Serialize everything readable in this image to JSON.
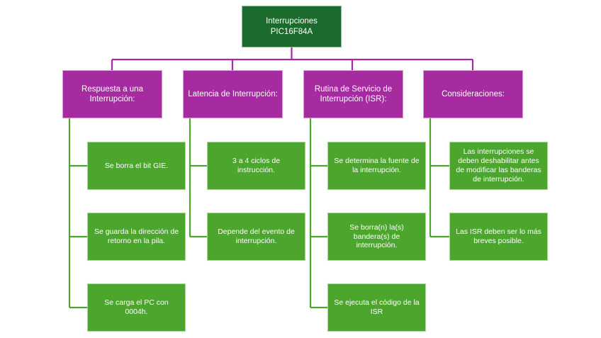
{
  "diagram": {
    "type": "tree-flowchart",
    "colors": {
      "root_fill": "#1B6B2C",
      "category_fill": "#A62BA0",
      "leaf_fill": "#4CA62E",
      "root_connector": "#A62BA0",
      "leaf_connector": "#4CA62E",
      "text": "#FFFFFF",
      "background": "#FFFFFF"
    },
    "root": {
      "label": "Interrupciones\nPIC16F84A"
    },
    "categories": [
      {
        "label": "Respuesta a una\nInterrupción:",
        "children": [
          {
            "label": "Se borra el bit GIE."
          },
          {
            "label": "Se guarda la dirección de\nretorno en la pila."
          },
          {
            "label": "Se carga el PC con 0004h."
          }
        ]
      },
      {
        "label": "Latencia de Interrupción:",
        "children": [
          {
            "label": "3 a 4 ciclos de\ninstrucción."
          },
          {
            "label": "Depende del evento de\ninterrupción."
          }
        ]
      },
      {
        "label": "Rutina de Servicio de\nInterrupción (ISR):",
        "children": [
          {
            "label": "Se determina la fuente de\nla interrupción."
          },
          {
            "label": "Se borra(n) la(s)\nbandera(s) de\ninterrupción."
          },
          {
            "label": "Se ejecuta el código de la\nISR"
          }
        ]
      },
      {
        "label": "Consideraciones:",
        "children": [
          {
            "label": "Las interrupciones se\ndeben deshabilitar antes\nde modificar las banderas\nde interrupción."
          },
          {
            "label": "Las ISR deben ser lo más\nbreves posible."
          }
        ]
      }
    ]
  }
}
